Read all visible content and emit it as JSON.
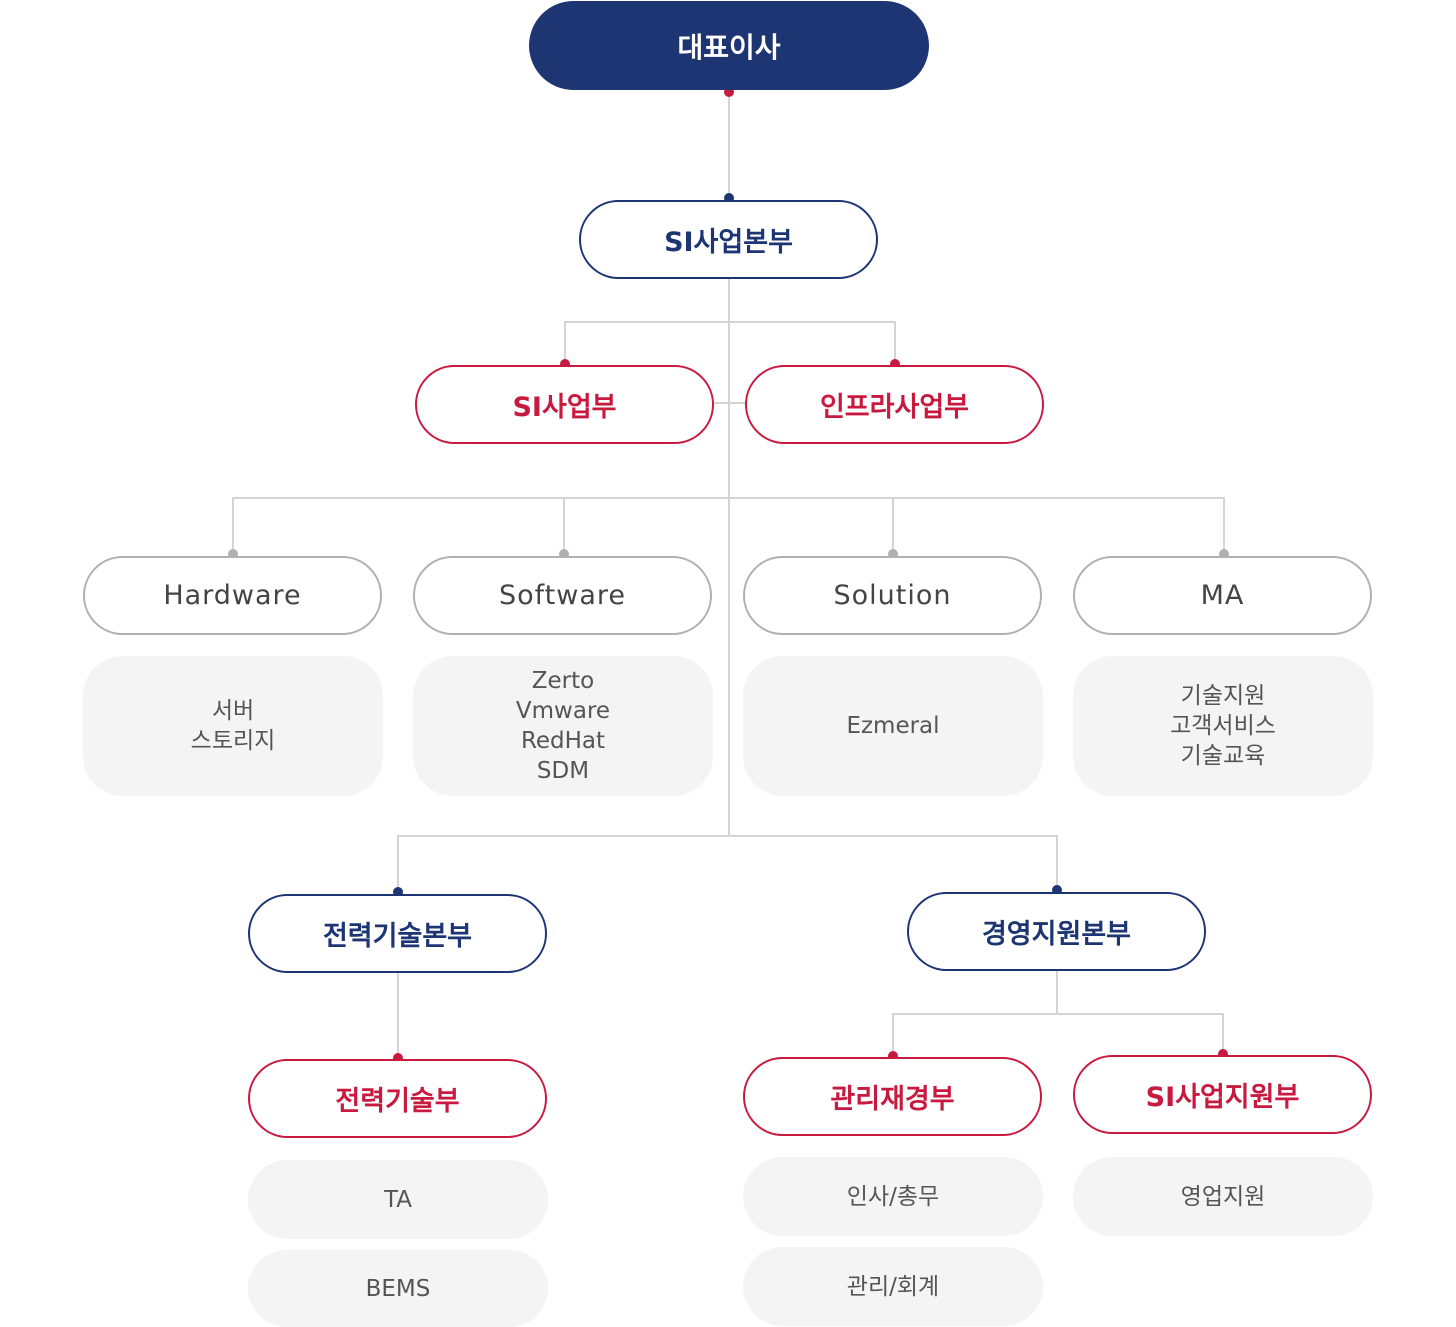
{
  "ceo": "대표이사",
  "si_hq": "SI사업본부",
  "si_dept": "SI사업부",
  "infra_dept": "인프라사업부",
  "categories": [
    {
      "name": "Hardware",
      "items": [
        "서버",
        "스토리지"
      ]
    },
    {
      "name": "Software",
      "items": [
        "Zerto",
        "Vmware",
        "RedHat",
        "SDM"
      ]
    },
    {
      "name": "Solution",
      "items": [
        "Ezmeral"
      ]
    },
    {
      "name": "MA",
      "items": [
        "기술지원",
        "고객서비스",
        "기술교육"
      ]
    }
  ],
  "strategy_hq": "전력기술본부",
  "strategy_dept": "전력기술부",
  "strategy_items": [
    "TA",
    "BEMS"
  ],
  "mgmt_hq": "경영지원본부",
  "admin_dept": "관리재경부",
  "admin_items": [
    "인사/총무",
    "관리/회계"
  ],
  "si_support_dept": "SI사업지원부",
  "si_support_items": [
    "영업지원"
  ],
  "colors": {
    "navy": "#1e3574",
    "red": "#c8193e",
    "gray": "#b0b0b0",
    "line": "#d4d4d4",
    "box_bg": "#f4f4f4"
  }
}
